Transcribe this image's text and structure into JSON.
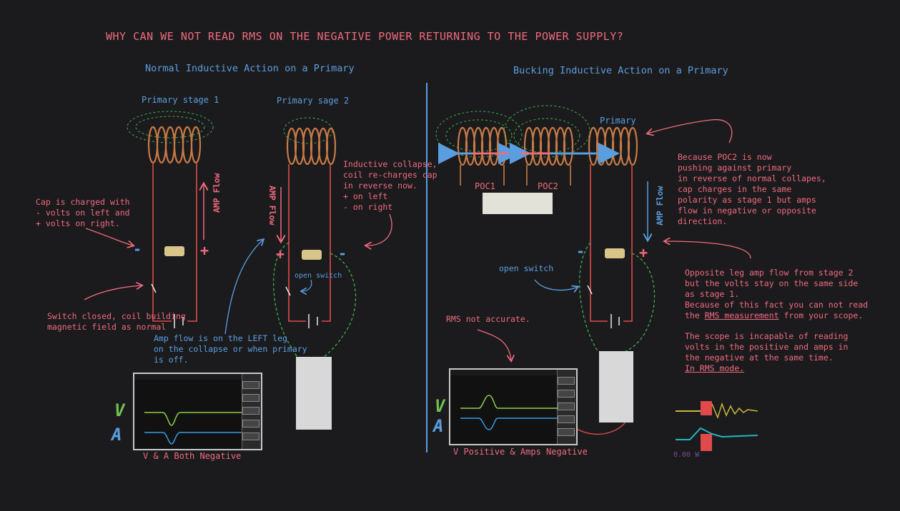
{
  "title": "WHY CAN WE NOT READ RMS ON THE NEGATIVE POWER RETURNING TO THE POWER SUPPLY?",
  "left": {
    "heading": "Normal Inductive Action on a Primary",
    "stage1_label": "Primary stage 1",
    "stage2_label": "Primary sage 2",
    "cap_note": "Cap is charged with\n- volts on left and\n+ volts on right.",
    "switch_note": "Switch closed, coil building\nmagnetic field as normal",
    "collapse_note": "Inductive collapse,\ncoil re-charges cap\nin reverse now.\n+ on left\n- on right",
    "amp_flow_note": "Amp flow is on the LEFT leg\non the collapse or when primary\nis off.",
    "amp_flow_label_1": "AMP Flow",
    "amp_flow_label_2": "AMP Flow",
    "open_switch": "open switch",
    "scope_caption": "V & A Both Negative",
    "v_label": "V",
    "a_label": "A",
    "minus": "-",
    "plus": "+"
  },
  "right": {
    "heading": "Bucking Inductive Action on a Primary",
    "primary_label": "Primary",
    "poc1": "POC1",
    "poc2": "POC2",
    "poc2_note": "Because POC2 is now\npushing against primary\nin reverse of normal collapes,\ncap charges in the same\npolarity as stage 1 but amps\nflow in negative or opposite\ndirection.",
    "opposite_note_1": "Opposite leg amp flow from stage 2\nbut the volts stay on the same side\nas stage 1.\nBecause of this fact you can not read\nthe ",
    "rms_measurement": "RMS measurement",
    "opposite_note_2": " from your scope.",
    "scope_note": "The scope is incapable of reading\nvolts in the positive and amps in\nthe negative at the same time.",
    "rms_mode": "In RMS mode.",
    "amp_flow_label": "AMP Flow",
    "open_switch": "open switch",
    "rms_not_accurate": "RMS not accurate.",
    "scope_caption": "V Positive & Amps Negative",
    "v_label": "V",
    "a_label": "A",
    "inset_value": "0.00 W"
  },
  "colors": {
    "pink": "#f06a7e",
    "blue": "#5a9ee0",
    "copper": "#c87a45",
    "wire": "#e04a4a",
    "green_dash": "#3fae4a",
    "trace_v": "#8fcf4a",
    "trace_a": "#3a9be0"
  }
}
